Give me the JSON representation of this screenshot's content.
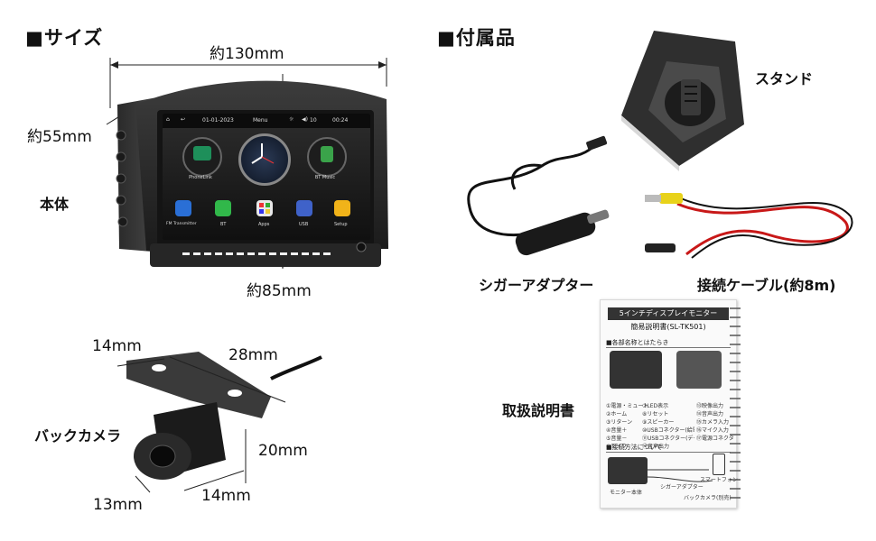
{
  "sections": {
    "size_heading": "■サイズ",
    "accessories_heading": "■付属品"
  },
  "dimensions": {
    "width": "約130mm",
    "depth": "約55mm",
    "height": "約85mm",
    "cam_a": "14mm",
    "cam_b": "28mm",
    "cam_c": "20mm",
    "cam_d": "13mm",
    "cam_e": "14mm"
  },
  "labels": {
    "body": "本体",
    "stand": "スタンド",
    "cigar_adapter": "シガーアダプター",
    "cable": "接続ケーブル(約8m)",
    "back_camera": "バックカメラ",
    "manual": "取扱説明書"
  },
  "screen": {
    "date": "01-01-2023",
    "menu": "Menu",
    "volume": "10",
    "time_small": "00:24",
    "apps": [
      {
        "label": "PhoneLink",
        "color": "#1e8f5a"
      },
      {
        "label": "BT Music",
        "color": "#3aa34a"
      },
      {
        "label": "FM Transmitter",
        "color": "#2a6fd6"
      },
      {
        "label": "BT",
        "color": "#31b84a"
      },
      {
        "label": "Apps",
        "color": "#e8e8e8"
      },
      {
        "label": "USB",
        "color": "#3f62c9"
      },
      {
        "label": "Setup",
        "color": "#f1b319"
      }
    ]
  },
  "manual_doc": {
    "title": "5インチディスプレイモニター",
    "subtitle": "簡易説明書(SL-TK501)",
    "section1": "■各部名称とはたらき",
    "section2": "■接続方法について",
    "parts_left": [
      "①電源・ミュート",
      "②ホーム",
      "③リターン",
      "④音量＋",
      "⑤音量－",
      "⑥マイク"
    ],
    "parts_mid": [
      "⑦LED表示",
      "⑧リセット",
      "⑨スピーカー",
      "⑩USBコネクター(給電用)",
      "⑪USBコネクター(データ用)",
      "⑫音声出力"
    ],
    "parts_right": [
      "⑬映像出力",
      "⑭音声出力",
      "⑮カメラ入力",
      "⑯マイク入力",
      "⑰電源コネクター"
    ],
    "diagram_labels": {
      "smartphone": "スマートフォン",
      "adapter": "シガーアダプター",
      "monitor": "モニター本体",
      "camera": "バックカメラ(別売)"
    }
  }
}
